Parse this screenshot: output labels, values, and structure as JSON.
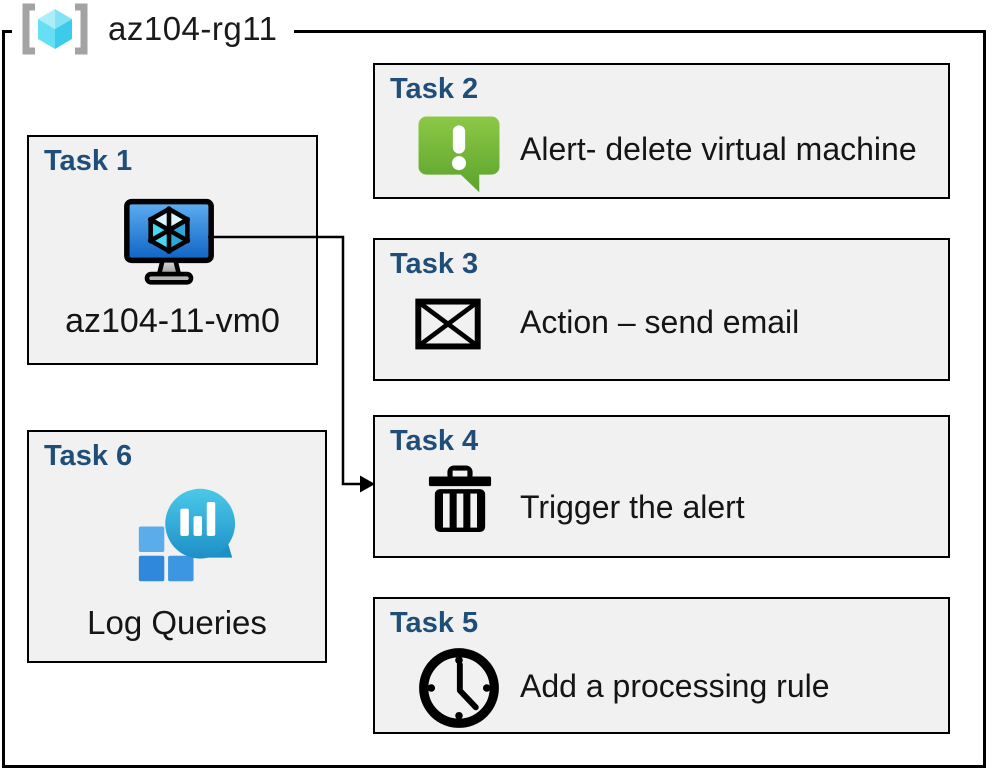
{
  "resource_group": {
    "name": "az104-rg11",
    "icon": "resource-group-icon"
  },
  "tasks": [
    {
      "id": 1,
      "title": "Task 1",
      "label": "az104-11-vm0",
      "icon": "virtual-machine-icon"
    },
    {
      "id": 2,
      "title": "Task 2",
      "label": "Alert- delete virtual machine",
      "icon": "alert-icon"
    },
    {
      "id": 3,
      "title": "Task 3",
      "label": "Action – send email",
      "icon": "email-icon"
    },
    {
      "id": 4,
      "title": "Task 4",
      "label": "Trigger the alert",
      "icon": "trash-icon"
    },
    {
      "id": 5,
      "title": "Task 5",
      "label": "Add a processing rule",
      "icon": "clock-icon"
    },
    {
      "id": 6,
      "title": "Task 6",
      "label": "Log Queries",
      "icon": "log-queries-icon"
    }
  ],
  "connector": {
    "from": "az104-11-vm0",
    "to": "Task 4"
  },
  "colors": {
    "heading": "#1f4e79",
    "box_background": "#f1f1f1",
    "border": "#000000",
    "alert_green_top": "#8cc846",
    "alert_green_bottom": "#5ba32c",
    "vm_screen_top": "#5faff2",
    "vm_screen_bottom": "#0e63c5",
    "balloon_top": "#4ac9e8",
    "balloon_bottom": "#1e8fc8",
    "square_light_blue": "#5aacea",
    "square_dark_blue": "#2f88db",
    "square_mid_blue": "#3d96e2",
    "cube_cyan": "#6edef4",
    "bracket_gray": "#a3a3a3"
  }
}
